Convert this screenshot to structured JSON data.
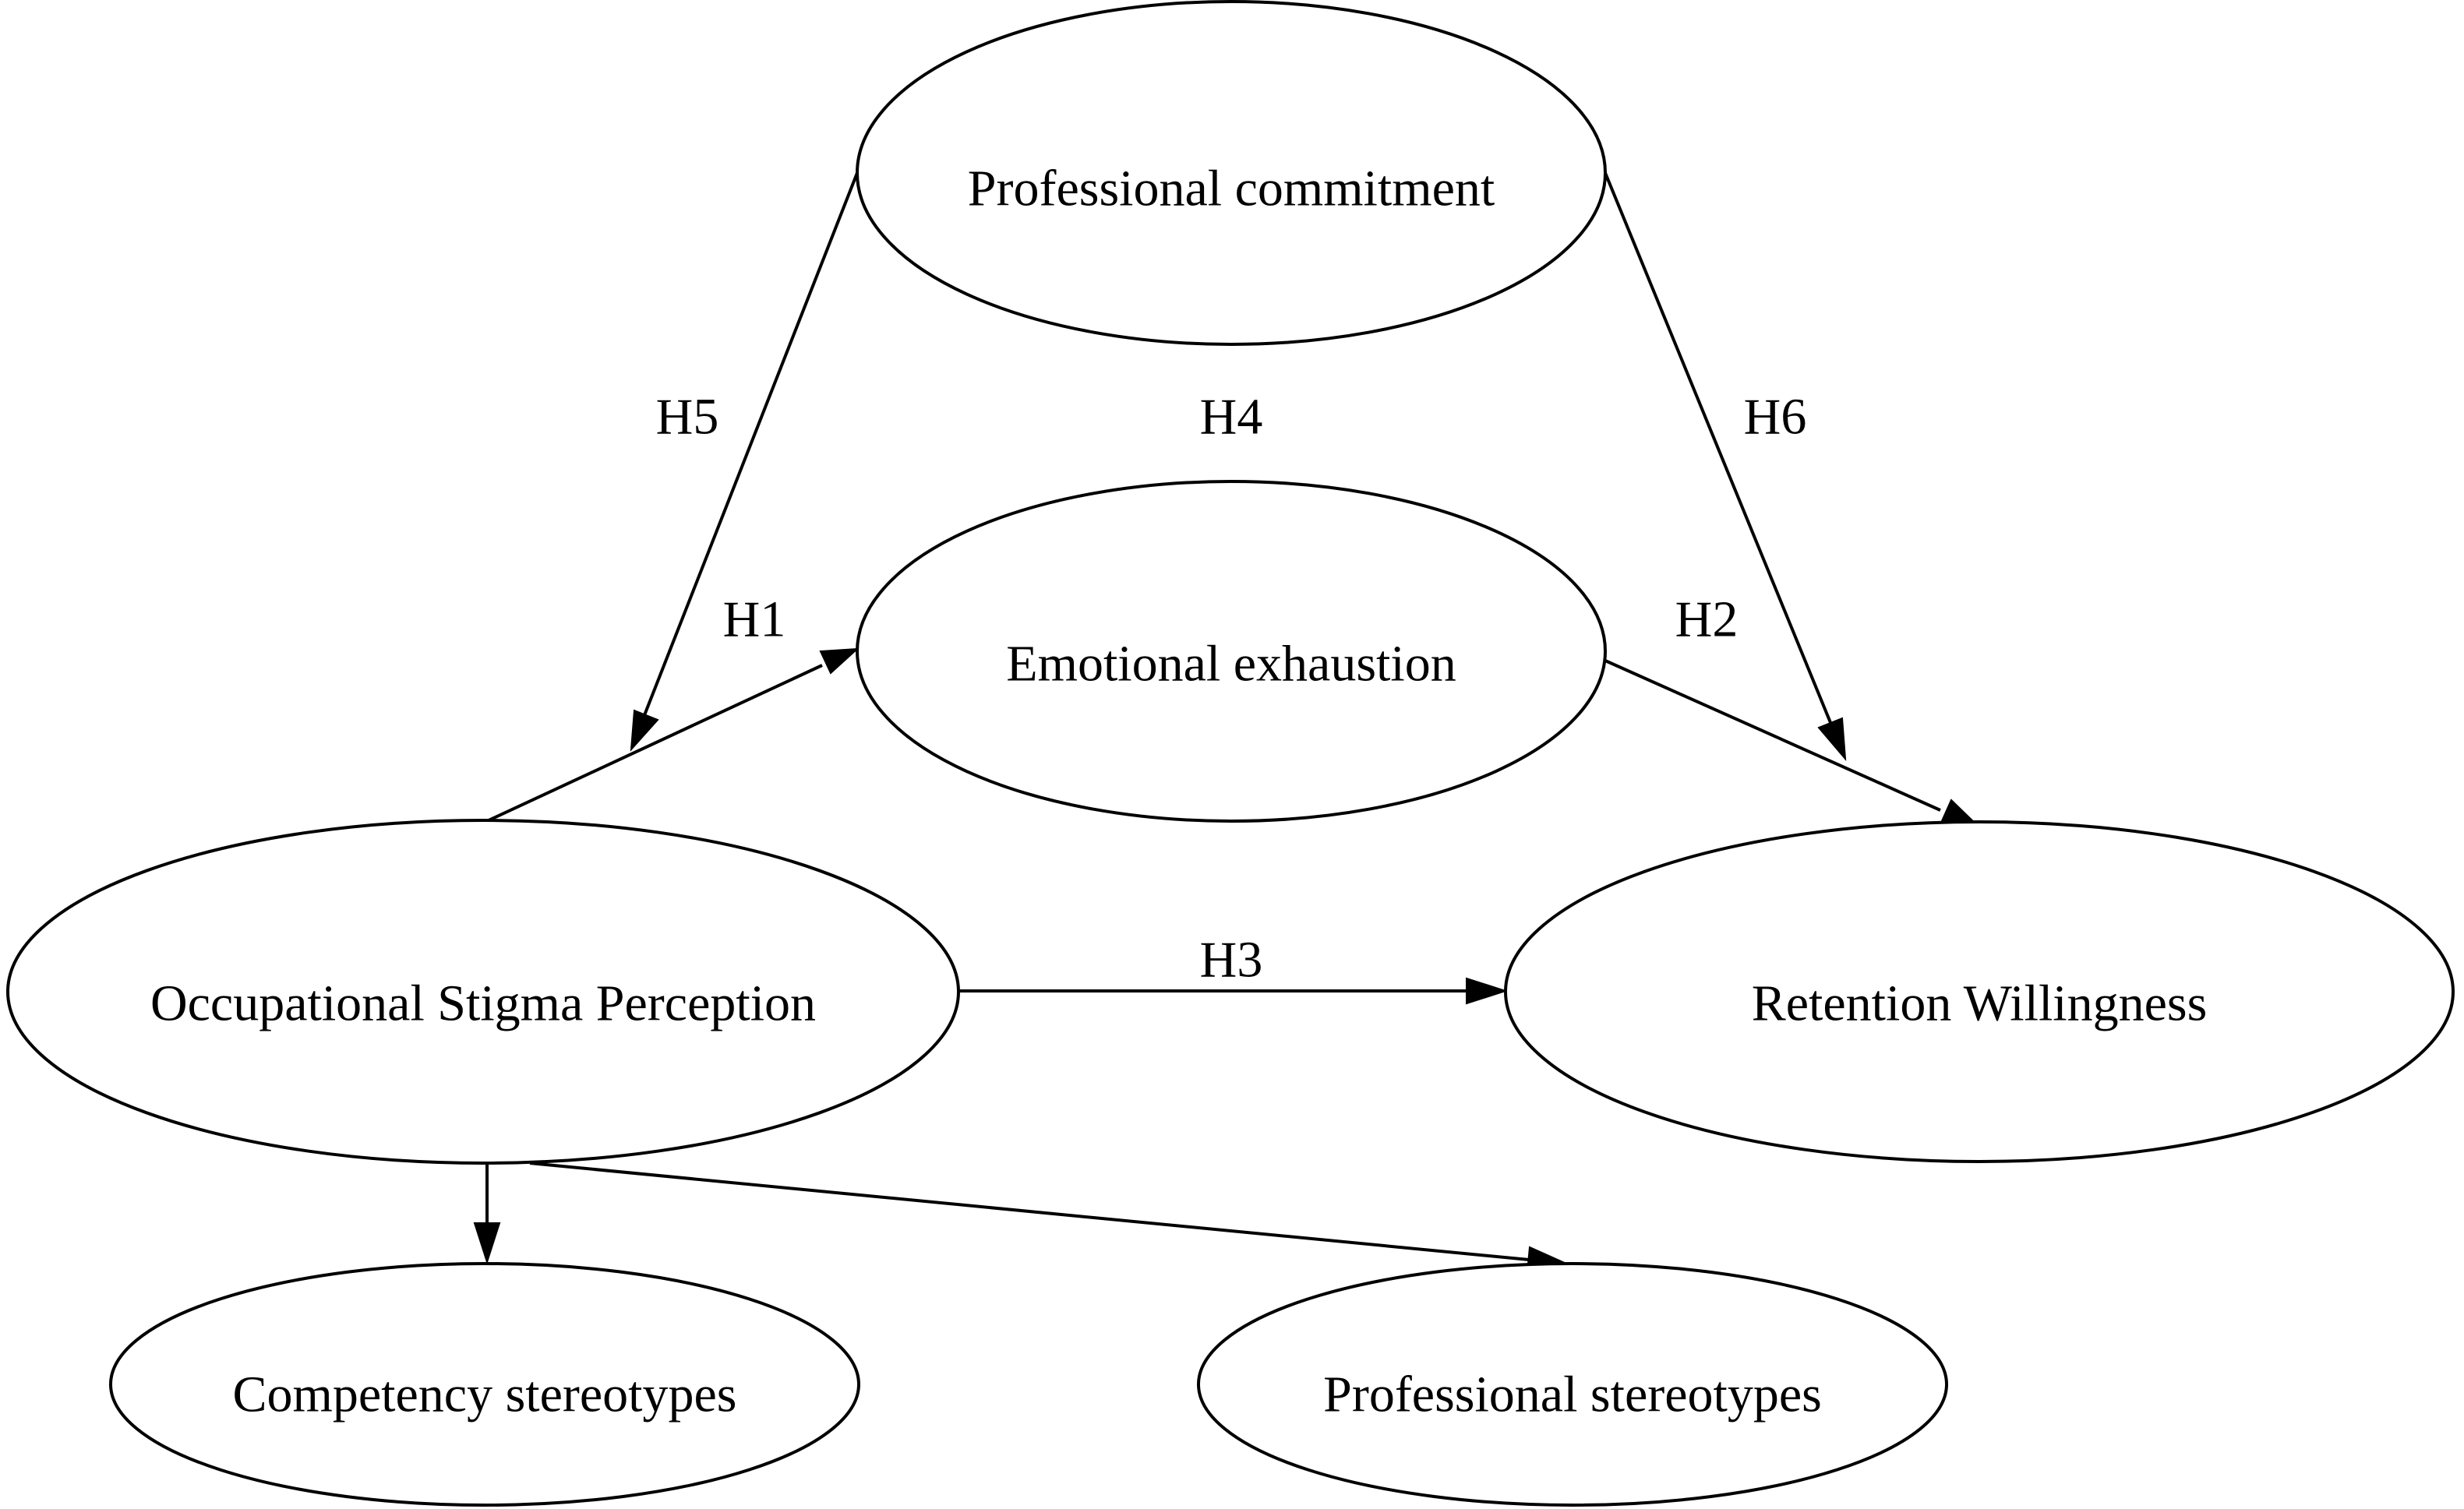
{
  "nodes": {
    "professional_commitment": {
      "label": "Professional commitment"
    },
    "emotional_exhaustion": {
      "label": "Emotional exhaustion"
    },
    "occupational_stigma": {
      "label": "Occupational Stigma Perception"
    },
    "retention_willingness": {
      "label": "Retention Willingness"
    },
    "competency_stereotypes": {
      "label": "Competency stereotypes"
    },
    "professional_stereotypes": {
      "label": "Professional stereotypes"
    }
  },
  "edges": {
    "h1": {
      "label": "H1",
      "from": "Occupational Stigma Perception",
      "to": "Emotional exhaustion"
    },
    "h2": {
      "label": "H2",
      "from": "Emotional exhaustion",
      "to": "Retention Willingness"
    },
    "h3": {
      "label": "H3",
      "from": "Occupational Stigma Perception",
      "to": "Retention Willingness"
    },
    "h4": {
      "label": "H4"
    },
    "h5": {
      "label": "H5",
      "from": "Professional commitment",
      "to": "H1 path"
    },
    "h6": {
      "label": "H6",
      "from": "Professional commitment",
      "to": "H2 path"
    },
    "to_competency": {
      "from": "Occupational Stigma Perception",
      "to": "Competency stereotypes"
    },
    "to_professional": {
      "from": "Occupational Stigma Perception",
      "to": "Professional stereotypes"
    }
  },
  "colors": {
    "stroke": "#000000",
    "background": "#ffffff"
  }
}
